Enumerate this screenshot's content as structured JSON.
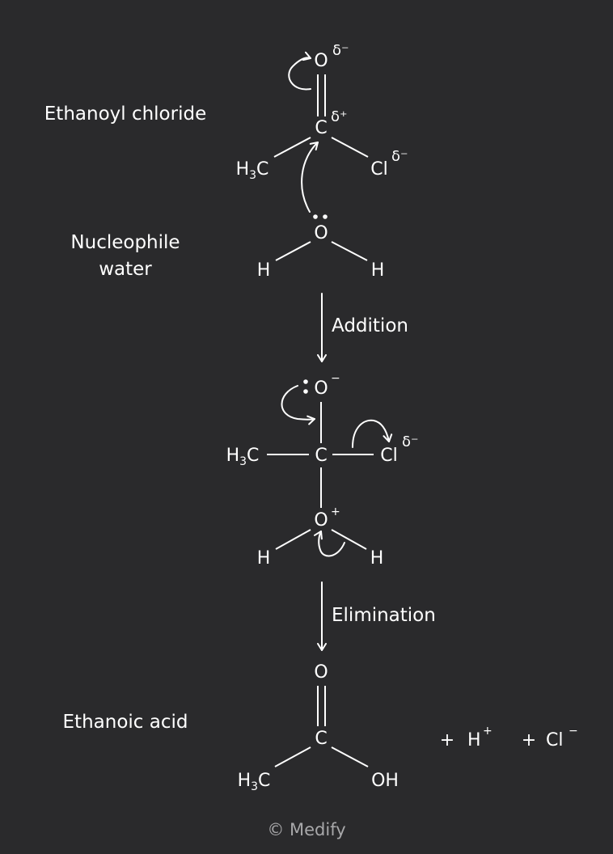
{
  "labels": {
    "ethanoyl_chloride": "Ethanoyl chloride",
    "nucleophile_line1": "Nucleophile",
    "nucleophile_line2": "water",
    "addition": "Addition",
    "elimination": "Elimination",
    "ethanoic_acid": "Ethanoic acid",
    "credit": "© Medify"
  },
  "atoms": {
    "O": "O",
    "C": "C",
    "H": "H",
    "Cl": "Cl",
    "OH": "OH",
    "H3C_base": "H",
    "H3C_sub": "3",
    "H3C_tail": "C"
  },
  "charges": {
    "delta_minus": "δ⁻",
    "delta_plus": "δ⁺",
    "minus": "−",
    "plus": "+"
  },
  "products": {
    "plus1": "+",
    "h_ion": "H",
    "h_ion_charge": "+",
    "plus2": "+",
    "cl_ion": "Cl",
    "cl_ion_charge": "−"
  }
}
